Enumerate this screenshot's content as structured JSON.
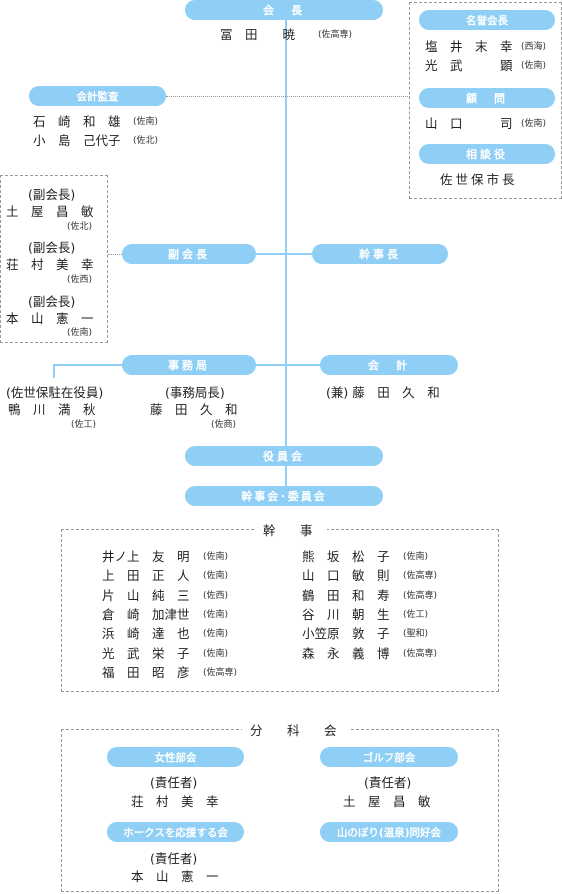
{
  "president": {
    "label": "会　長",
    "name": "冨　田　　暁",
    "affil": "(佐高専)"
  },
  "honorary": {
    "label": "名誉会長",
    "members": [
      {
        "name": "塩　井　末　幸",
        "affil": "(西海)"
      },
      {
        "name": "光　武　　　顕",
        "affil": "(佐南)"
      }
    ]
  },
  "advisor": {
    "label": "顧　問",
    "name": "山　口　　　司",
    "affil": "(佐南)"
  },
  "counselor": {
    "label": "相談役",
    "name": "佐世保市長"
  },
  "auditor": {
    "label": "会計監査",
    "members": [
      {
        "name": "石　崎　和　雄",
        "affil": "(佐南)"
      },
      {
        "name": "小　島　己代子",
        "affil": "(佐北)"
      }
    ]
  },
  "vice": {
    "label": "副会長",
    "members": [
      {
        "role": "(副会長)",
        "name": "土　屋　昌　敏",
        "affil": "(佐北)"
      },
      {
        "role": "(副会長)",
        "name": "荘　村　美　幸",
        "affil": "(佐西)"
      },
      {
        "role": "(副会長)",
        "name": "本　山　憲　一",
        "affil": "(佐南)"
      }
    ]
  },
  "secretary_general": {
    "label": "幹事長"
  },
  "office": {
    "label": "事務局",
    "left": {
      "role": "(佐世保駐在役員)",
      "name": "鴨　川　満　秋",
      "affil": "(佐工)"
    },
    "right": {
      "role": "(事務局長)",
      "name": "藤　田　久　和",
      "affil": "(佐商)"
    }
  },
  "treasurer": {
    "label": "会　計",
    "name": "(兼) 藤　田　久　和"
  },
  "board": {
    "label": "役員会"
  },
  "committee": {
    "label": "幹事会･委員会"
  },
  "kanji": {
    "title": "幹　事",
    "left": [
      {
        "name": "井ノ上　友　明",
        "affil": "(佐南)"
      },
      {
        "name": "上　田　正　人",
        "affil": "(佐南)"
      },
      {
        "name": "片　山　純　三",
        "affil": "(佐西)"
      },
      {
        "name": "倉　崎　加津世",
        "affil": "(佐南)"
      },
      {
        "name": "浜　崎　達　也",
        "affil": "(佐南)"
      },
      {
        "name": "光　武　栄　子",
        "affil": "(佐南)"
      },
      {
        "name": "福　田　昭　彦",
        "affil": "(佐高専)"
      }
    ],
    "right": [
      {
        "name": "熊　坂　松　子",
        "affil": "(佐南)"
      },
      {
        "name": "山　口　敏　則",
        "affil": "(佐高専)"
      },
      {
        "name": "鶴　田　和　寿",
        "affil": "(佐高専)"
      },
      {
        "name": "谷　川　朝　生",
        "affil": "(佐工)"
      },
      {
        "name": "小笠原　敦　子",
        "affil": "(聖和)"
      },
      {
        "name": "森　永　義　博",
        "affil": "(佐高専)"
      }
    ]
  },
  "bunkakai": {
    "title": "分　科　会",
    "clubs": [
      {
        "label": "女性部会",
        "role": "(責任者)",
        "name": "荘　村　美　幸"
      },
      {
        "label": "ゴルフ部会",
        "role": "(責任者)",
        "name": "土　屋　昌　敏"
      },
      {
        "label": "ホークスを応援する会",
        "role": "(責任者)",
        "name": "本　山　憲　一"
      },
      {
        "label": "山のぼり(温泉)同好会"
      }
    ]
  },
  "colors": {
    "pill": "#8fcef5",
    "text": "#222222",
    "dash": "#999999"
  }
}
